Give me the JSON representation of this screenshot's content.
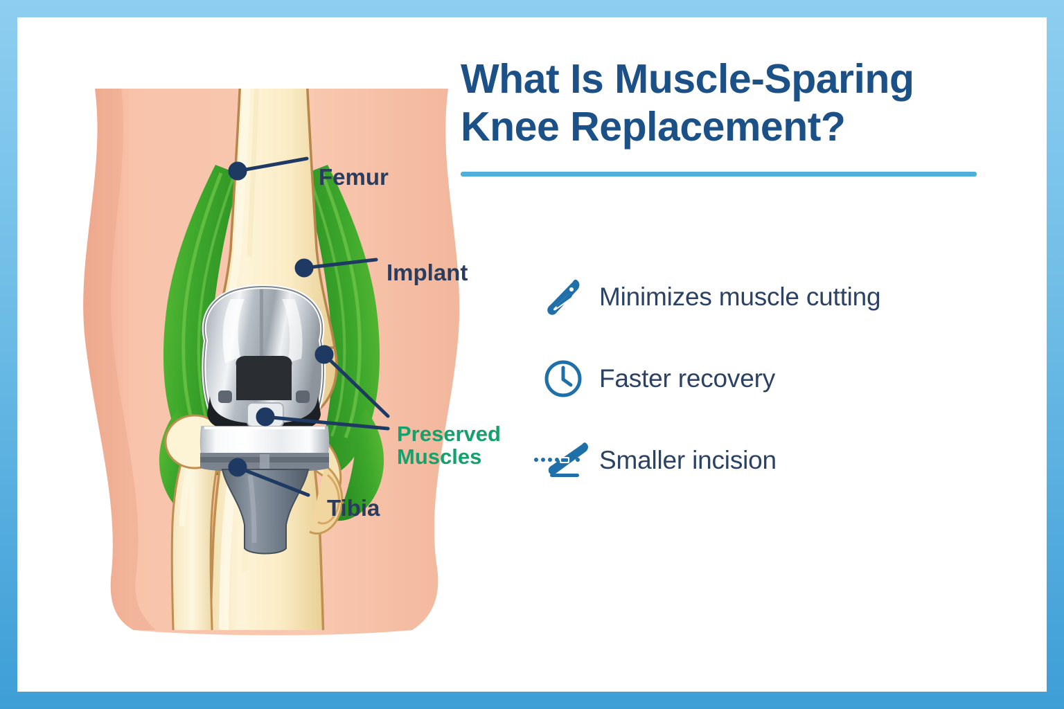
{
  "theme": {
    "border_blue_top": "#8ecef0",
    "border_blue_bottom": "#3d9ed6",
    "title_blue": "#1c5187",
    "divider_blue": "#4fafdb",
    "body_navy": "#2b4265",
    "label_navy": "#2b3c5c",
    "muscle_green": "#16a06b",
    "icon_blue": "#1f6fa8",
    "skin": "#f6c0a6",
    "bone": "#fbeec8",
    "implant_metal": "#b9bfc6"
  },
  "header": {
    "title_line_1": "What Is Muscle-Sparing",
    "title_line_2": "Knee Replacement?"
  },
  "benefits": [
    {
      "icon": "scalpel-icon",
      "label": "Minimizes muscle cutting"
    },
    {
      "icon": "clock-icon",
      "label": "Faster recovery"
    },
    {
      "icon": "incision-scalpel-icon",
      "label": "Smaller incision"
    }
  ],
  "illustration": {
    "name": "knee-replacement-diagram",
    "callouts": [
      {
        "id": "femur",
        "label": "Femur",
        "color": "dark"
      },
      {
        "id": "implant",
        "label": "Implant",
        "color": "dark"
      },
      {
        "id": "preserved",
        "label": "Preserved\nMuscles",
        "color": "green"
      },
      {
        "id": "tibia",
        "label": "Tibia",
        "color": "dark"
      }
    ]
  }
}
